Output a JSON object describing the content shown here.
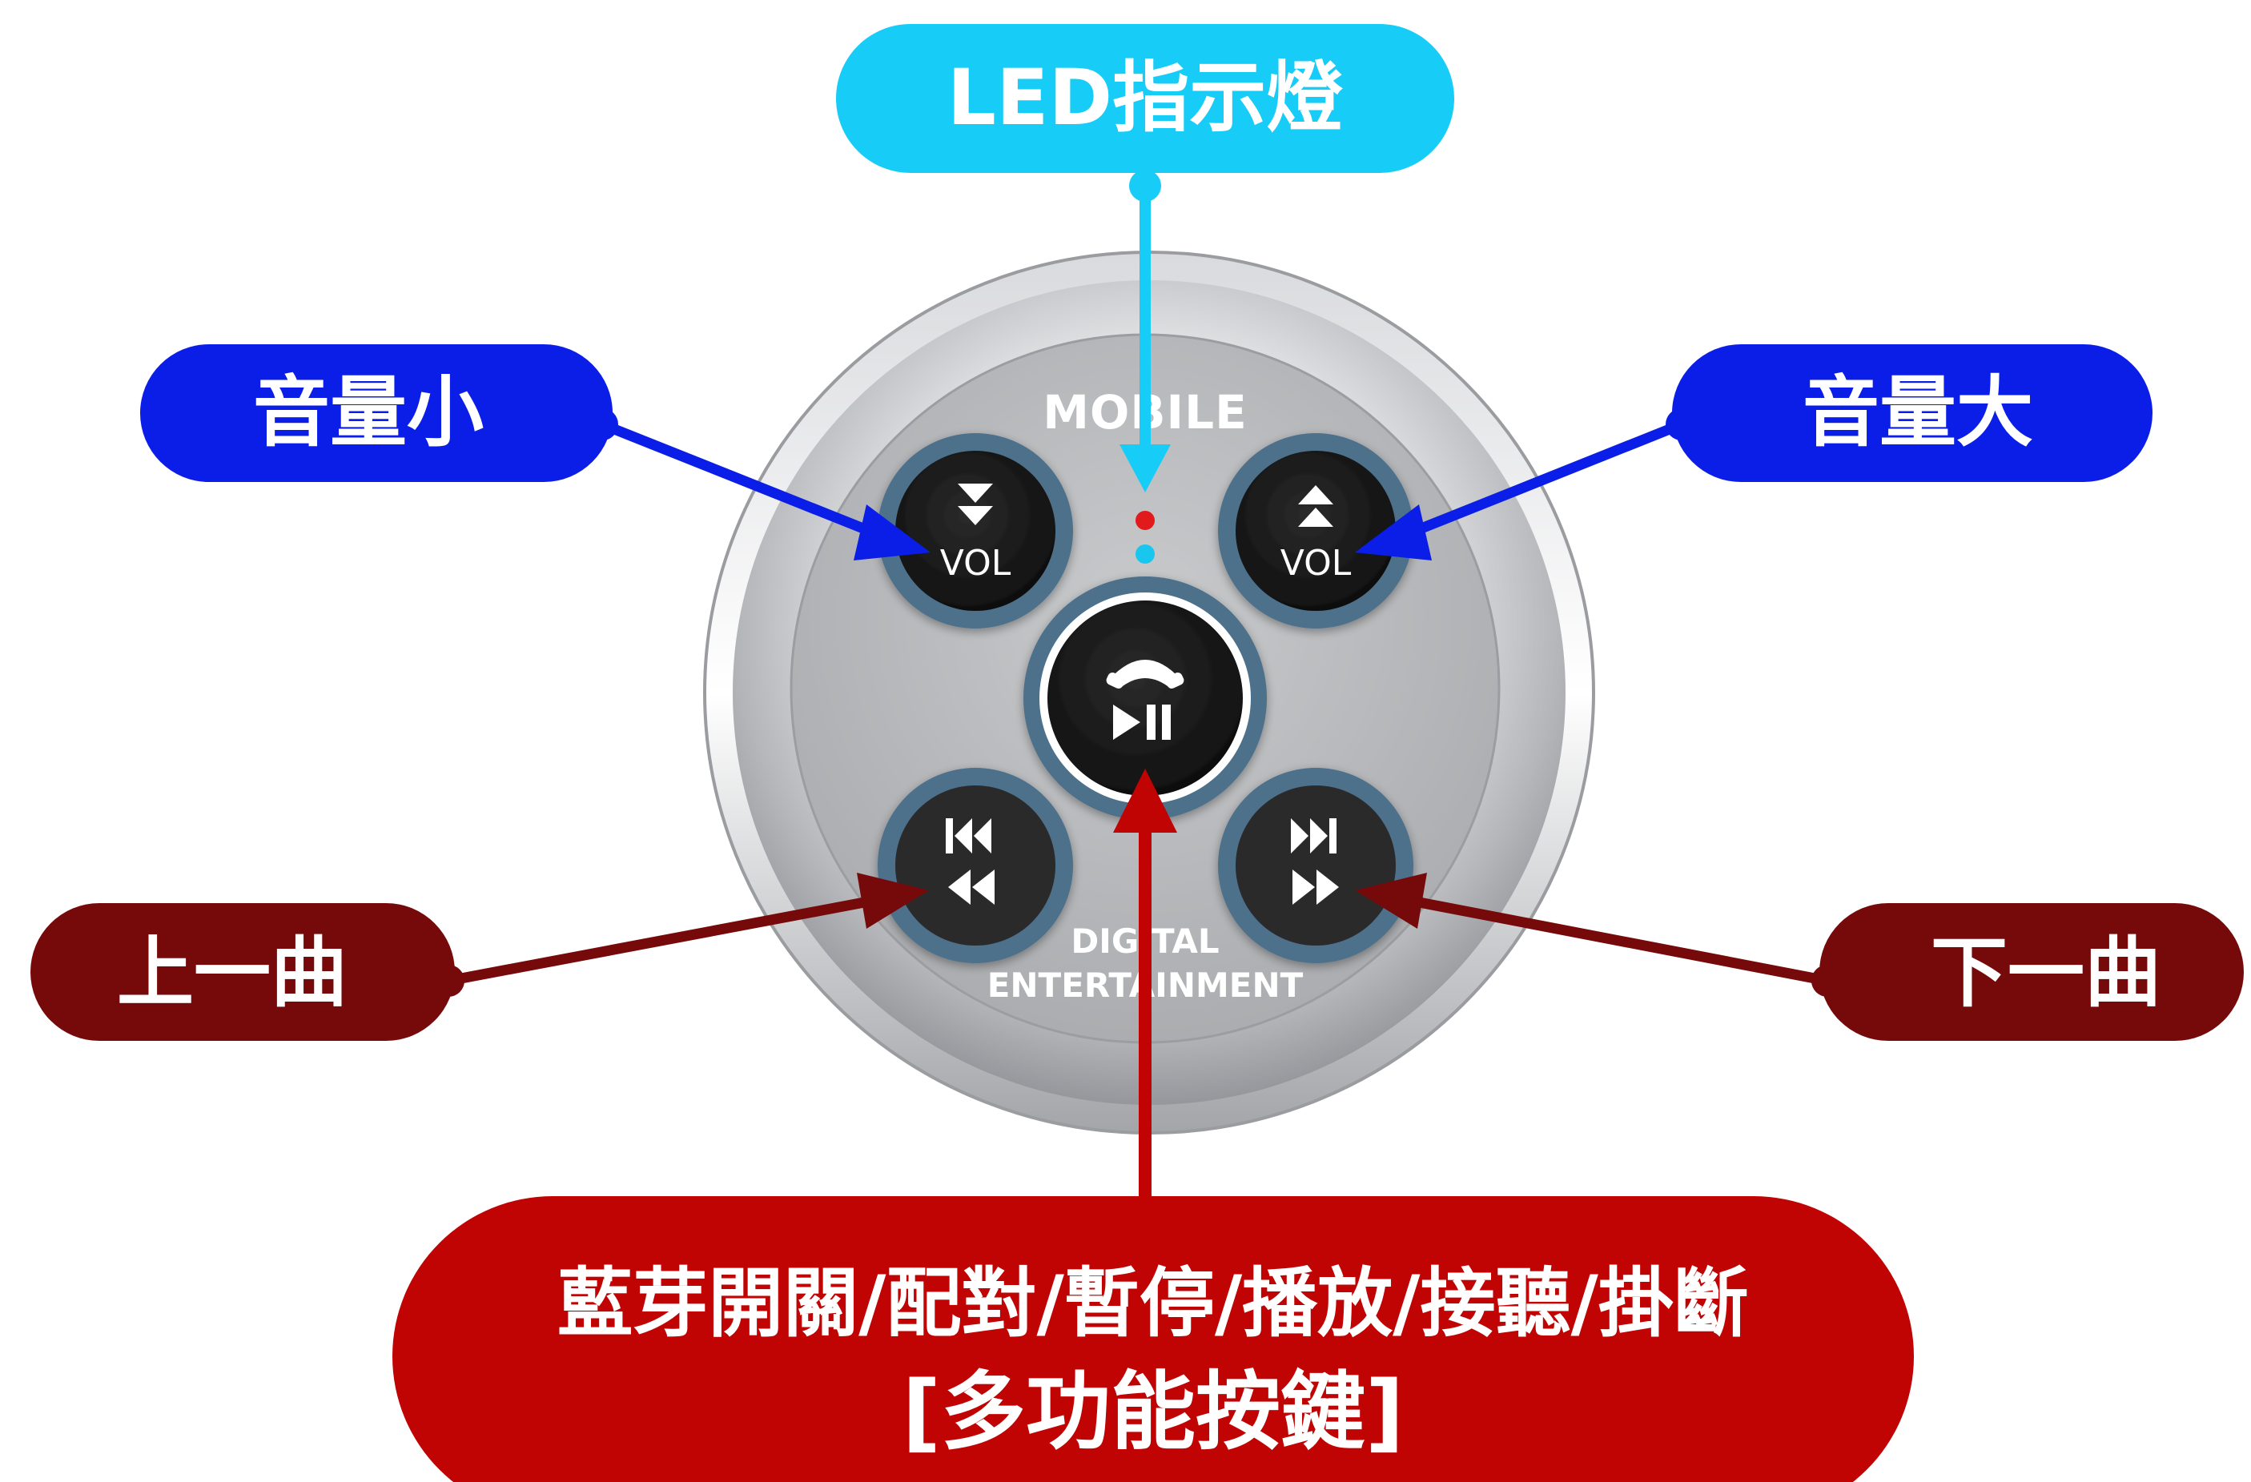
{
  "device": {
    "brand_top": "MOBILE",
    "brand_bottom_line1": "DIGITAL",
    "brand_bottom_line2": "ENTERTAINMENT",
    "vol_label": "VOL",
    "led_colors": [
      "#e11b1b",
      "#19c6ee"
    ],
    "icons": {
      "vol_down": "double-down-triangle-icon",
      "vol_up": "double-up-triangle-icon",
      "phone": "phone-handset-icon",
      "play_pause": "play-pause-icon",
      "previous": "previous-track-icon",
      "next": "next-track-icon"
    }
  },
  "callouts": {
    "led": {
      "text": "LED指示燈",
      "color": "#17ccf6"
    },
    "volume_down": {
      "text": "音量小",
      "color": "#0a1ee8"
    },
    "volume_up": {
      "text": "音量大",
      "color": "#0a1ee8"
    },
    "previous_track": {
      "text": "上一曲",
      "color": "#760a0a"
    },
    "next_track": {
      "text": "下一曲",
      "color": "#760a0a"
    },
    "multi_function": {
      "line1": "藍芽開關/配對/暫停/播放/接聽/掛斷",
      "line2": "[多功能按鍵]",
      "color": "#c00303"
    }
  }
}
